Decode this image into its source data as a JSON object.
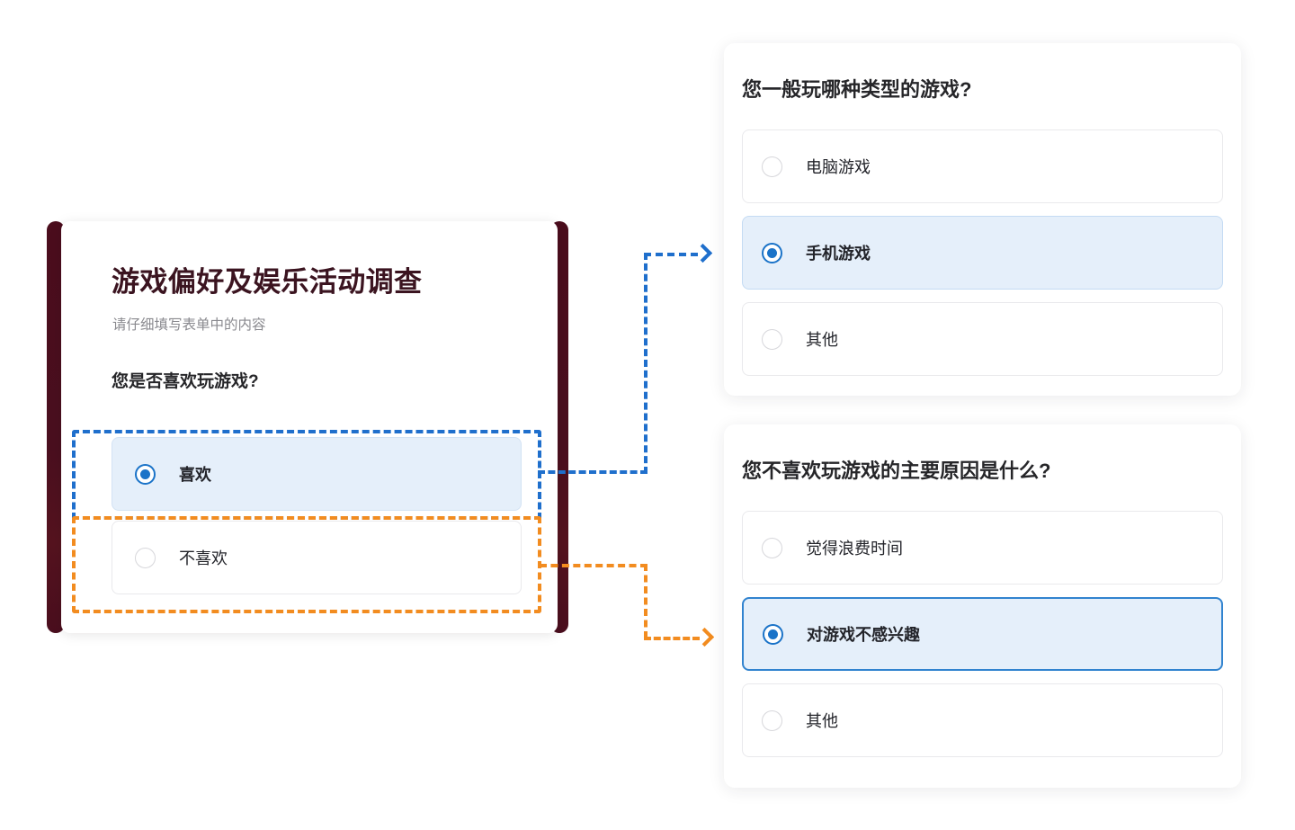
{
  "form_card": {
    "title": "游戏偏好及娱乐活动调查",
    "subtitle": "请仔细填写表单中的内容",
    "question": "您是否喜欢玩游戏?",
    "options": [
      {
        "label": "喜欢",
        "selected": true
      },
      {
        "label": "不喜欢",
        "selected": false
      }
    ]
  },
  "panels": [
    {
      "title": "您一般玩哪种类型的游戏?",
      "options": [
        {
          "label": "电脑游戏",
          "selected": false
        },
        {
          "label": "手机游戏",
          "selected": true
        },
        {
          "label": "其他",
          "selected": false
        }
      ]
    },
    {
      "title": "您不喜欢玩游戏的主要原因是什么?",
      "options": [
        {
          "label": "觉得浪费时间",
          "selected": false
        },
        {
          "label": "对游戏不感兴趣",
          "selected": true
        },
        {
          "label": "其他",
          "selected": false
        }
      ]
    }
  ],
  "connectors": [
    {
      "name": "like-branch",
      "color": "#1f6fcc",
      "style": "dashed",
      "from": "喜欢",
      "to": "您一般玩哪种类型的游戏?"
    },
    {
      "name": "dislike-branch",
      "color": "#f28c20",
      "style": "dashed",
      "from": "不喜欢",
      "to": "您不喜欢玩游戏的主要原因是什么?"
    }
  ],
  "colors": {
    "accent_blue": "#1a73c8",
    "highlight_blue": "#1f6fcc",
    "highlight_orange": "#f28c20",
    "card_bar_maroon": "#4a0e1e",
    "selected_bg": "#e5effa",
    "page_bg": "#ffffff"
  }
}
